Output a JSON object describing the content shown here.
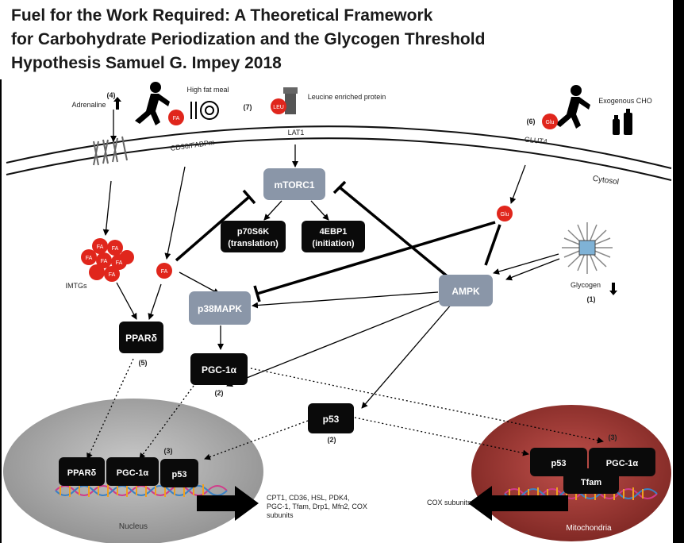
{
  "title_lines": [
    "Fuel for the Work Required: A Theoretical Framework",
    "for Carbohydrate Periodization and the Glycogen Threshold",
    "Hypothesis Samuel G. Impey 2018"
  ],
  "labels": {
    "n4": "(4)",
    "adrenaline": "Adrenaline",
    "high_fat_meal": "High fat meal",
    "n7": "(7)",
    "fa": "FA",
    "leu": "LEU",
    "leucine_protein": "Leucine enriched protein",
    "n6": "(6)",
    "glu": "Glu",
    "exogenous_cho": "Exogenous CHO",
    "cd36": "CD36/FABPm",
    "lat1": "LAT1",
    "glut4": "GLUT4",
    "cytosol": "Cytosol",
    "imtgs": "IMTGs",
    "glycogen": "Glycogen",
    "n1": "(1)",
    "n5": "(5)",
    "n2a": "(2)",
    "n2b": "(2)",
    "n3a": "(3)",
    "n3b": "(3)",
    "nucleus": "Nucleus",
    "mitochondria": "Mitochondria",
    "genes_line1": "CPT1, CD36, HSL, PDK4,",
    "genes_line2": "PGC-1, Tfam, Drp1, Mfn2, COX",
    "genes_line3": "subunits",
    "cox_subunits": "COX subunits"
  },
  "nodes": {
    "mtorc1": "mTORC1",
    "p70_line1": "p70S6K",
    "p70_line2": "(translation)",
    "ebp_line1": "4EBP1",
    "ebp_line2": "(initiation)",
    "p38": "p38MAPK",
    "ampk": "AMPK",
    "ppard": "PPARδ",
    "pgc1a": "PGC-1α",
    "p53": "p53",
    "nuc_ppard": "PPARδ",
    "nuc_pgc": "PGC-1α",
    "nuc_p53": "p53",
    "mito_p53": "p53",
    "mito_pgc": "PGC-1α",
    "tfam": "Tfam"
  },
  "colors": {
    "fa_red": "#e0261c",
    "mtor_grey": "#8a96a8",
    "black_box": "#0a0a0a",
    "nucleus_grey": "#b4b4b4",
    "mito_red": "#a63a36"
  }
}
